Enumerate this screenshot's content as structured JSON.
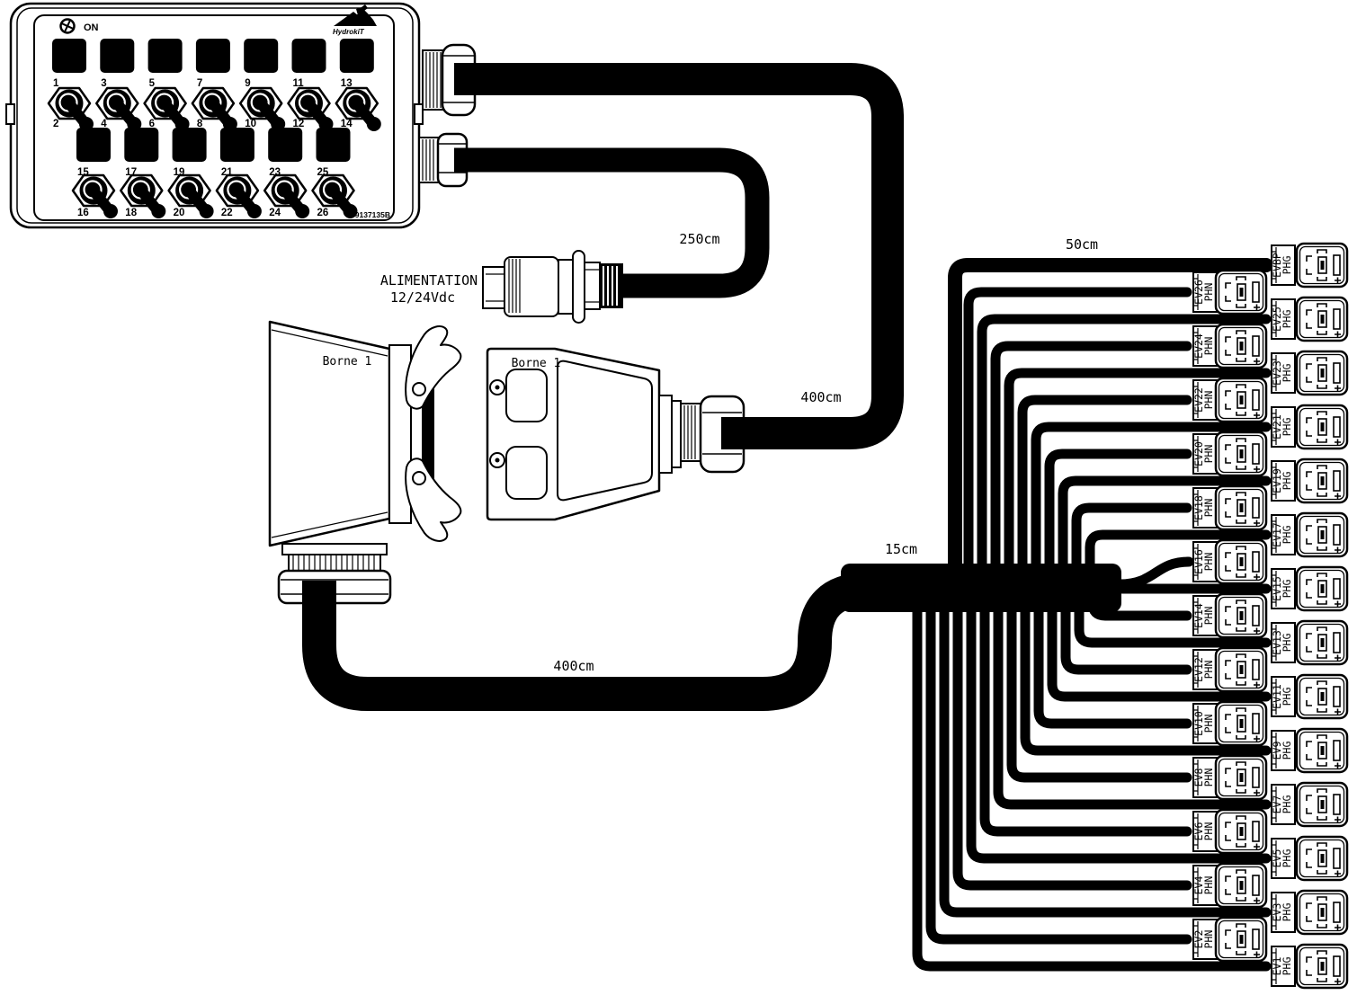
{
  "colors": {
    "line": "#000000",
    "background": "#ffffff"
  },
  "control_box": {
    "power_led_label": "ON",
    "brand": "HydrokiT",
    "part_number": "9137135B",
    "rows": [
      {
        "top_numbers": [
          "1",
          "3",
          "5",
          "7",
          "9",
          "11",
          "13"
        ],
        "bottom_numbers": [
          "2",
          "4",
          "6",
          "8",
          "10",
          "12",
          "14"
        ]
      },
      {
        "top_numbers": [
          "15",
          "17",
          "19",
          "21",
          "23",
          "25"
        ],
        "bottom_numbers": [
          "16",
          "18",
          "20",
          "22",
          "24",
          "26"
        ]
      }
    ]
  },
  "power_supply": {
    "label_line1": "ALIMENTATION",
    "label_line2": "12/24Vdc"
  },
  "terminal_blocks": [
    {
      "label": "Borne 1"
    },
    {
      "label": "Borne 1"
    }
  ],
  "cable_lengths": [
    {
      "text": "250cm"
    },
    {
      "text": "400cm"
    },
    {
      "text": "50cm"
    },
    {
      "text": "15cm"
    },
    {
      "text": "400cm"
    }
  ],
  "ev_connectors": [
    {
      "name": "EVBP",
      "wire": "PHG"
    },
    {
      "name": "EV26",
      "wire": "PHN"
    },
    {
      "name": "EV25",
      "wire": "PHG"
    },
    {
      "name": "EV24",
      "wire": "PHN"
    },
    {
      "name": "EV23",
      "wire": "PHG"
    },
    {
      "name": "EV22",
      "wire": "PHN"
    },
    {
      "name": "EV21",
      "wire": "PHG"
    },
    {
      "name": "EV20",
      "wire": "PHN"
    },
    {
      "name": "EV19",
      "wire": "PHG"
    },
    {
      "name": "EV18",
      "wire": "PHN"
    },
    {
      "name": "EV17",
      "wire": "PHG"
    },
    {
      "name": "EV16",
      "wire": "PHN"
    },
    {
      "name": "EV15",
      "wire": "PHG"
    },
    {
      "name": "EV14",
      "wire": "PHN"
    },
    {
      "name": "EV13",
      "wire": "PHG"
    },
    {
      "name": "EV12",
      "wire": "PHN"
    },
    {
      "name": "EV11",
      "wire": "PHG"
    },
    {
      "name": "EV10",
      "wire": "PHN"
    },
    {
      "name": "EV9",
      "wire": "PHG"
    },
    {
      "name": "EV8",
      "wire": "PHN"
    },
    {
      "name": "EV7",
      "wire": "PHG"
    },
    {
      "name": "EV6",
      "wire": "PHN"
    },
    {
      "name": "EV5",
      "wire": "PHG"
    },
    {
      "name": "EV4",
      "wire": "PHN"
    },
    {
      "name": "EV3",
      "wire": "PHG"
    },
    {
      "name": "EV2",
      "wire": "PHN"
    },
    {
      "name": "EV1",
      "wire": "PHG"
    }
  ]
}
